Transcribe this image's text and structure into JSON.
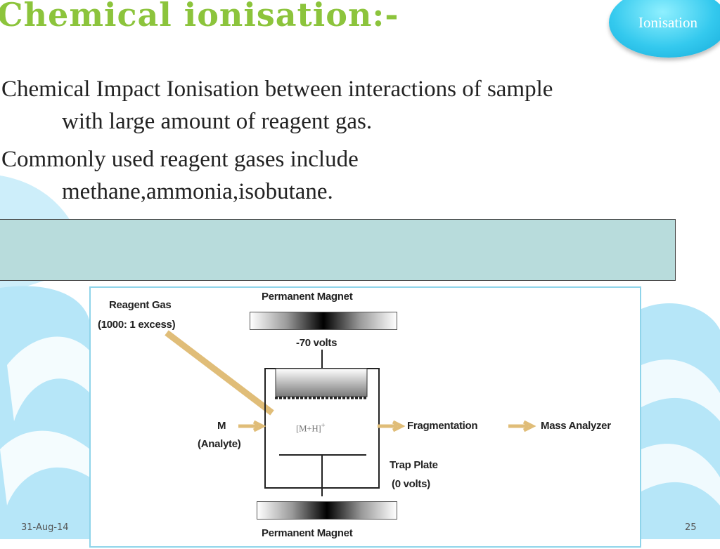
{
  "slide": {
    "title": "Chemical ionisation:-",
    "section_badge": "Ionisation",
    "bullets": [
      {
        "line1": "Chemical Impact Ionisation between interactions of sample",
        "line2": "with large amount of reagent gas."
      },
      {
        "line1": "Commonly used reagent gases include",
        "line2": "methane,ammonia,isobutane."
      }
    ],
    "footer": {
      "date": "31-Aug-14",
      "page": "25"
    }
  },
  "diagram": {
    "top_magnet": "Permanent Magnet",
    "bottom_magnet": "Permanent Magnet",
    "reagent_gas": "Reagent Gas",
    "reagent_ratio": "(1000: 1 excess)",
    "voltage": "-70 volts",
    "analyte_symbol": "M",
    "analyte_label": "(Analyte)",
    "ion": "[M+H]",
    "ion_charge": "+",
    "fragmentation": "Fragmentation",
    "mass_analyzer": "Mass Analyzer",
    "trap_plate": "Trap Plate",
    "trap_voltage": "(0 volts)",
    "arrow_color": "#d9b46a"
  }
}
